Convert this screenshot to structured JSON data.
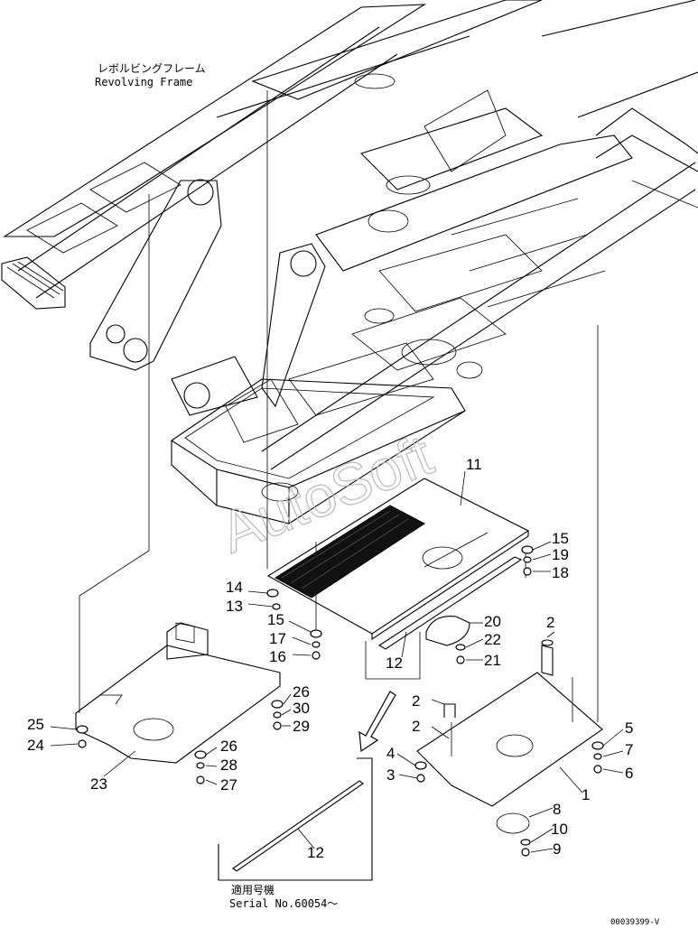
{
  "frame_label": {
    "japanese": "レボルビングフレーム",
    "english": "Revolving Frame"
  },
  "applicability": {
    "japanese": "適用号機",
    "serial": "Serial No.60054～"
  },
  "drawing_number": "00039399-V",
  "watermark": "AutoSoft",
  "callouts": {
    "c1": "1",
    "c2a": "2",
    "c2b": "2",
    "c2c": "2",
    "c3": "3",
    "c4": "4",
    "c5": "5",
    "c6": "6",
    "c7": "7",
    "c8": "8",
    "c9": "9",
    "c10": "10",
    "c11": "11",
    "c12a": "12",
    "c12b": "12",
    "c13": "13",
    "c14": "14",
    "c15a": "15",
    "c15b": "15",
    "c16": "16",
    "c17": "17",
    "c18": "18",
    "c19": "19",
    "c20": "20",
    "c21": "21",
    "c22": "22",
    "c23": "23",
    "c24": "24",
    "c25": "25",
    "c26a": "26",
    "c26b": "26",
    "c27": "27",
    "c28": "28",
    "c29": "29",
    "c30": "30"
  }
}
